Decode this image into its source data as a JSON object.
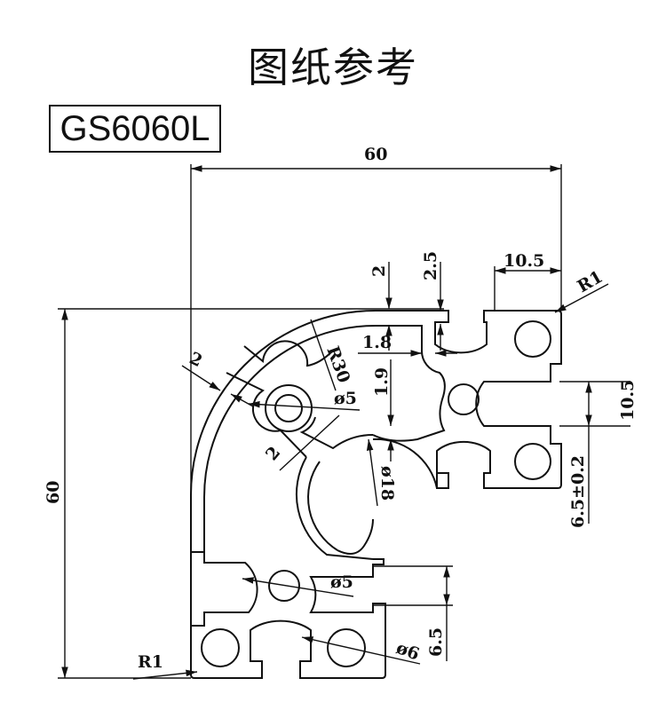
{
  "title": "图纸参考",
  "model": "GS6060L",
  "dimensions": {
    "overall_width": "60",
    "overall_height": "60",
    "right_block_width": "10.5",
    "corner_radius_top": "R1",
    "corner_radius_bottom": "R1",
    "top_wall": "2",
    "slot_lip": "2.5",
    "slot_gap": "1.8",
    "inner_wall": "1.9",
    "outer_radius": "R30",
    "hub_hole": "ø5",
    "arc_wall": "2",
    "rib": "2",
    "center_bore": "ø18",
    "slot_width": "10.5",
    "slot_depth": "6.5±0.2",
    "lower_hole": "ø5",
    "lower_slot_depth": "6.5",
    "corner_hole": "ø6"
  }
}
